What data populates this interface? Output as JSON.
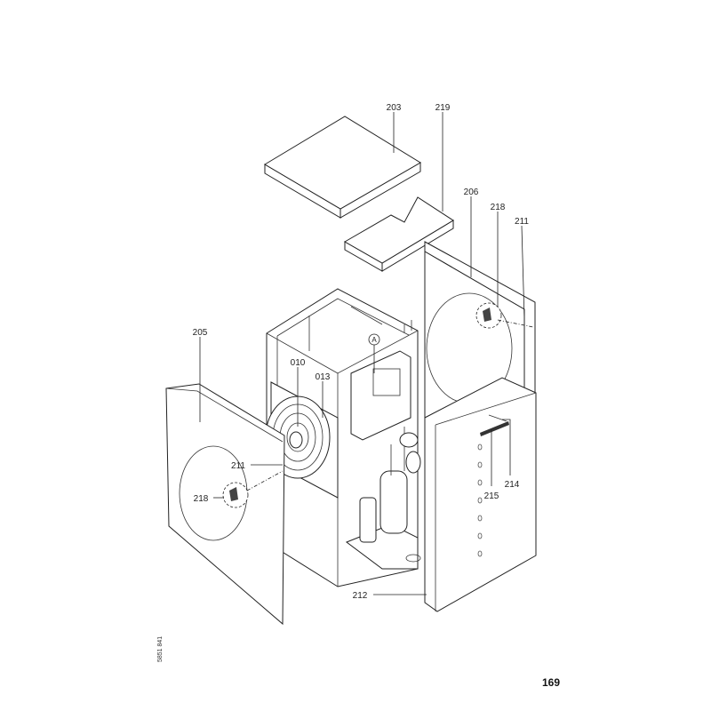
{
  "diagram": {
    "labels": {
      "top_cover": "203",
      "cover_plate": "219",
      "right_panel": "206",
      "screw_right": "218",
      "clip_right": "211",
      "left_panel": "205",
      "fan": "010",
      "fan_guard": "013",
      "clip_left": "211",
      "screw_left": "218",
      "label_plate": "215",
      "label_holder": "214",
      "front_panel": "212",
      "detail_marker": "A"
    },
    "drawing_number": "5851 841"
  },
  "page": {
    "number": "169"
  }
}
